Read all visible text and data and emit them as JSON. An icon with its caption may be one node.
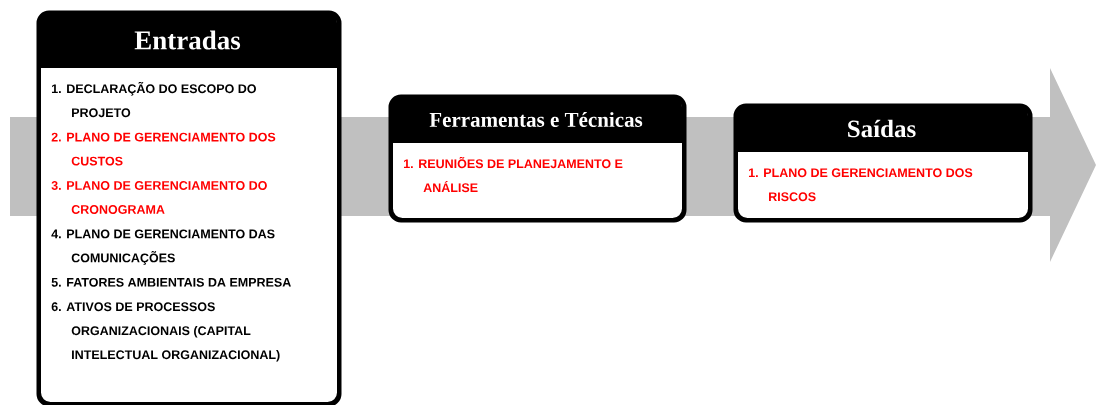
{
  "diagram": {
    "nodes": [
      {
        "text": [
          "Entradas",
          "1. DECLARAÇÃO DO ESCOPO DO PROJETO",
          "2. PLANO DE GERENCIAMENTO DOS CUSTOS",
          "3. PLANO DE GERENCIAMENTO DO CRONOGRAMA",
          "4. PLANO DE GERENCIAMENTO DAS COMUNICAÇÕES",
          "5. FATORES AMBIENTAIS DA EMPRESA",
          "6. ATIVOS DE PROCESSOS ORGANIZACIONAIS (CAPITAL INTELECTUAL ORGANIZACIONAL)"
        ]
      },
      {
        "text": [
          "Ferramentas e Técnicas",
          "1. REUNIÕES DE PLANEJAMENTO E ANÁLISE"
        ]
      },
      {
        "text": [
          "Saídas",
          "1. PLANO DE GERENCIAMENTO DOS RISCOS"
        ]
      }
    ]
  }
}
